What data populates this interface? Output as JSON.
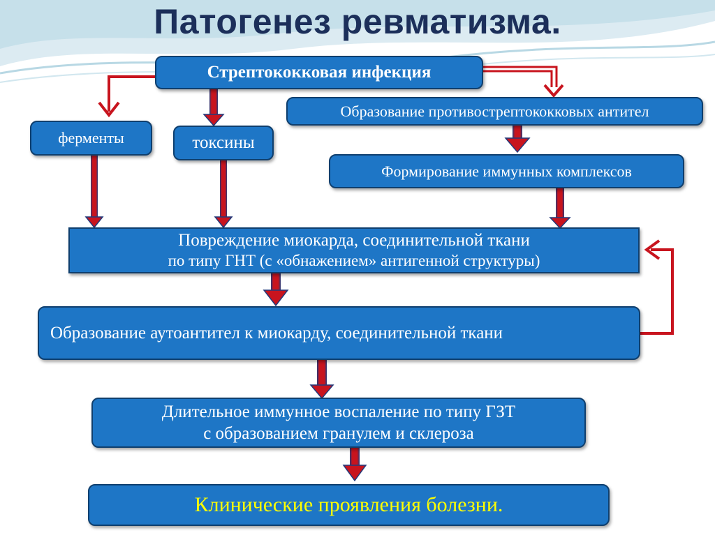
{
  "title": "Патогенез ревматизма.",
  "boxes": {
    "strep_infection": "Стрептококковая инфекция",
    "antibodies": "Образование противострептококковых антител",
    "enzymes": "ферменты",
    "toxins": "токсины",
    "immune_complexes": "Формирование иммунных комплексов",
    "damage_line1": "Повреждение миокарда, соединительной ткани",
    "damage_line2": "по типу ГНТ (с «обнажением» антигенной структуры)",
    "autoantibodies": "Образование аутоантител к миокарду, соединительной ткани",
    "inflammation_line1": "Длительное иммунное  воспаление по типу ГЗТ",
    "inflammation_line2": "с образованием гранулем и склероза",
    "clinical": "Клинические проявления болезни."
  },
  "colors": {
    "box_fill": "#1e76c6",
    "box_border": "#0f3f6e",
    "arrow_red": "#c8141e",
    "arrow_blue": "#23397a",
    "title": "#1c2f5a",
    "clinical_text": "#ffff00"
  }
}
